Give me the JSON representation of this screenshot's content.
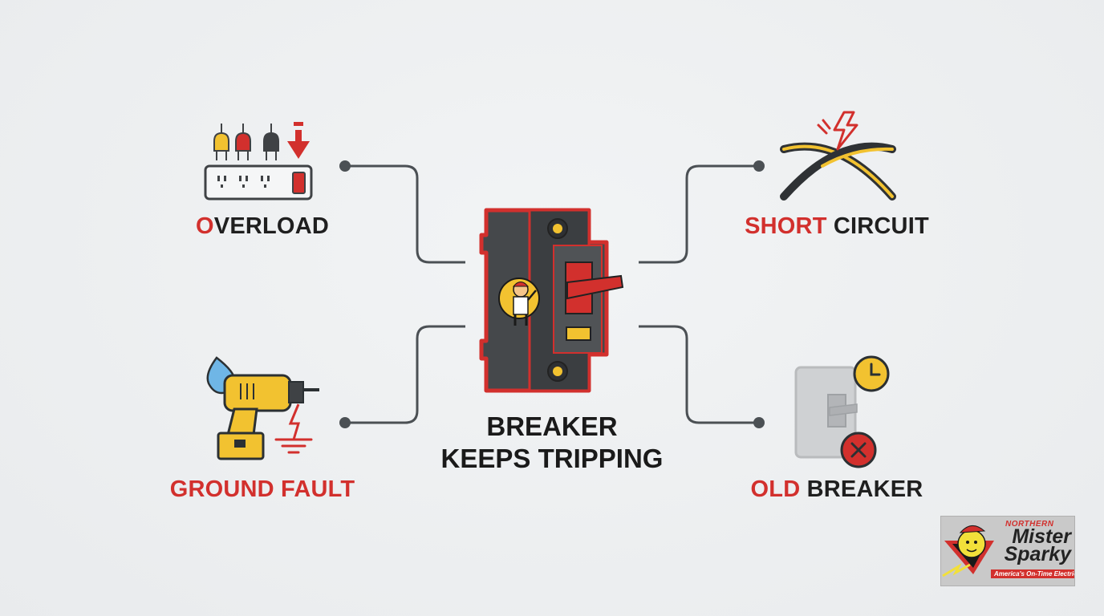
{
  "center": {
    "title_line1": "BREAKER",
    "title_line2": "KEEPS TRIPPING",
    "icon": "circuit-breaker-icon"
  },
  "causes": [
    {
      "id": "overload",
      "red": "O",
      "rest": "VERLOAD",
      "icon": "power-strip-overload-icon"
    },
    {
      "id": "short-circuit",
      "red": "SHORT",
      "rest": " CIRCUIT",
      "icon": "crossed-wires-spark-icon"
    },
    {
      "id": "ground-fault",
      "red": "GROUND FAULT",
      "rest": "",
      "icon": "drill-water-ground-icon"
    },
    {
      "id": "old-breaker",
      "red": "OLD",
      "rest": " BREAKER",
      "icon": "old-breaker-clock-icon"
    }
  ],
  "logo": {
    "line1": "NORTHERN",
    "line2": "Mister",
    "line3": "Sparky",
    "tagline": "America's On-Time Electrician",
    "icon": "mister-sparky-mascot-icon"
  },
  "colors": {
    "red": "#d2302d",
    "yellow": "#f2c230",
    "dark": "#3f4245",
    "connector": "#4b5054",
    "background": "#eef0f1"
  }
}
